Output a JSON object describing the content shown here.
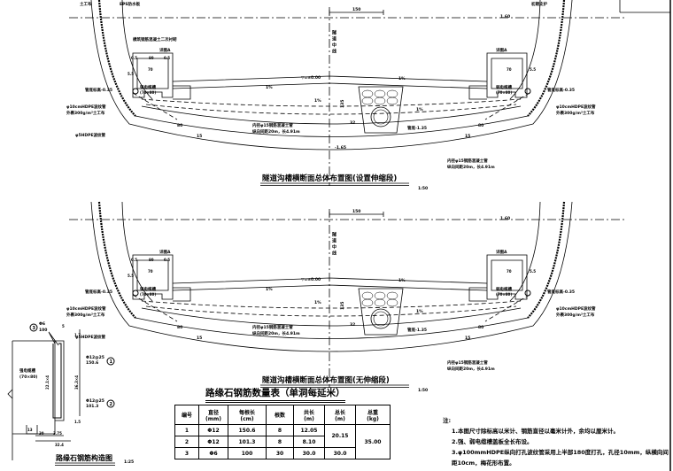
{
  "section_labels": {
    "geotextile": "土工布",
    "eps_board": "EPS防水板",
    "lining": "模筑钢筋混凝土二次衬砌",
    "detail_a": "详图A",
    "dim_05": "0.5",
    "dim_80": "80",
    "dim_70": "70",
    "dim_55": "5.5",
    "dim_22": "22",
    "strong_cable": "强电缆槽",
    "weak_cable": "弱电缆槽",
    "cable_size": "(70×80)",
    "pipe_bottom_left": "管底标高-0.35",
    "pipe_bottom_right": "管底标高-0.35",
    "hdpe_pipe": "φ10cmHDPE波纹管",
    "hdpe_wrap": "外裹300g/m²土工布",
    "hdpe_small": "φ5HDPE波纹管",
    "dim_150": "150",
    "elev_top": "1.60",
    "centerline": "隧道中线",
    "elev_zero": "▽=±0.00",
    "slope_left": "1%",
    "slope_right": "1%",
    "slope_mid_left": "1%",
    "slope_mid_right": "1%",
    "dim_135": "135",
    "dim_32": "32",
    "dim_15": "15",
    "concrete_pipe": "内径φ15钢筋混凝土管",
    "concrete_pipe_spacing": "纵向间距20m，长4.91m",
    "pipe_bottom_center": "管底-1.35",
    "elev_bottom": "-1.65",
    "primary_support": "初期支护"
  },
  "sections": [
    {
      "title": "隧道沟槽横断面总体布置图(设置伸缩段)",
      "scale": "1:50"
    },
    {
      "title": "隧道沟槽横断面总体布置图(无伸缩段)",
      "scale": "1:50"
    }
  ],
  "detail": {
    "title": "路缘石钢筋构造图",
    "scale": "1:25",
    "cable_label": "强电缆槽",
    "cable_size": "(70×80)",
    "rebar3": "Φ6",
    "rebar3_spacing": "100",
    "rebar1": "Φ12@25",
    "rebar1_len": "150.6",
    "rebar2": "Φ12@25",
    "rebar2_len": "101.3",
    "dim_5": "5",
    "dim_17": "1.7",
    "dim_13": "13",
    "dim_364": "36.3×4",
    "dim_221": "22.1×4",
    "dim_30": "30",
    "dim_375": "3.75",
    "dim_324": "32.4",
    "dim_1_5": "1.5",
    "mark1": "1",
    "mark2": "2",
    "mark3": "3"
  },
  "table": {
    "title": "路缘石钢筋数量表（单洞每延米）",
    "headers": [
      "编号",
      "直径\n(mm)",
      "每根长\n(cm)",
      "根数",
      "共长\n(m)",
      "总长\n(m)",
      "总重\n(kg)"
    ],
    "rows": [
      [
        "1",
        "Φ12",
        "150.6",
        "8",
        "12.05"
      ],
      [
        "2",
        "Φ12",
        "101.3",
        "8",
        "8.10"
      ],
      [
        "3",
        "Φ6",
        "100",
        "30",
        "30.0",
        "30.0"
      ]
    ],
    "total_len_12": "20.15",
    "total_weight": "35.00"
  },
  "notes": {
    "heading": "注:",
    "items": [
      "1.本图尺寸除标高以米计、钢筋直径以毫米计外，余均以厘米计。",
      "2.强、弱电缆槽盖板全长布设。",
      "3.φ100mmHDPE纵向打孔波纹管采用上半部180度打孔，孔径10mm，纵横向间距10cm，梅花形布置。"
    ]
  }
}
